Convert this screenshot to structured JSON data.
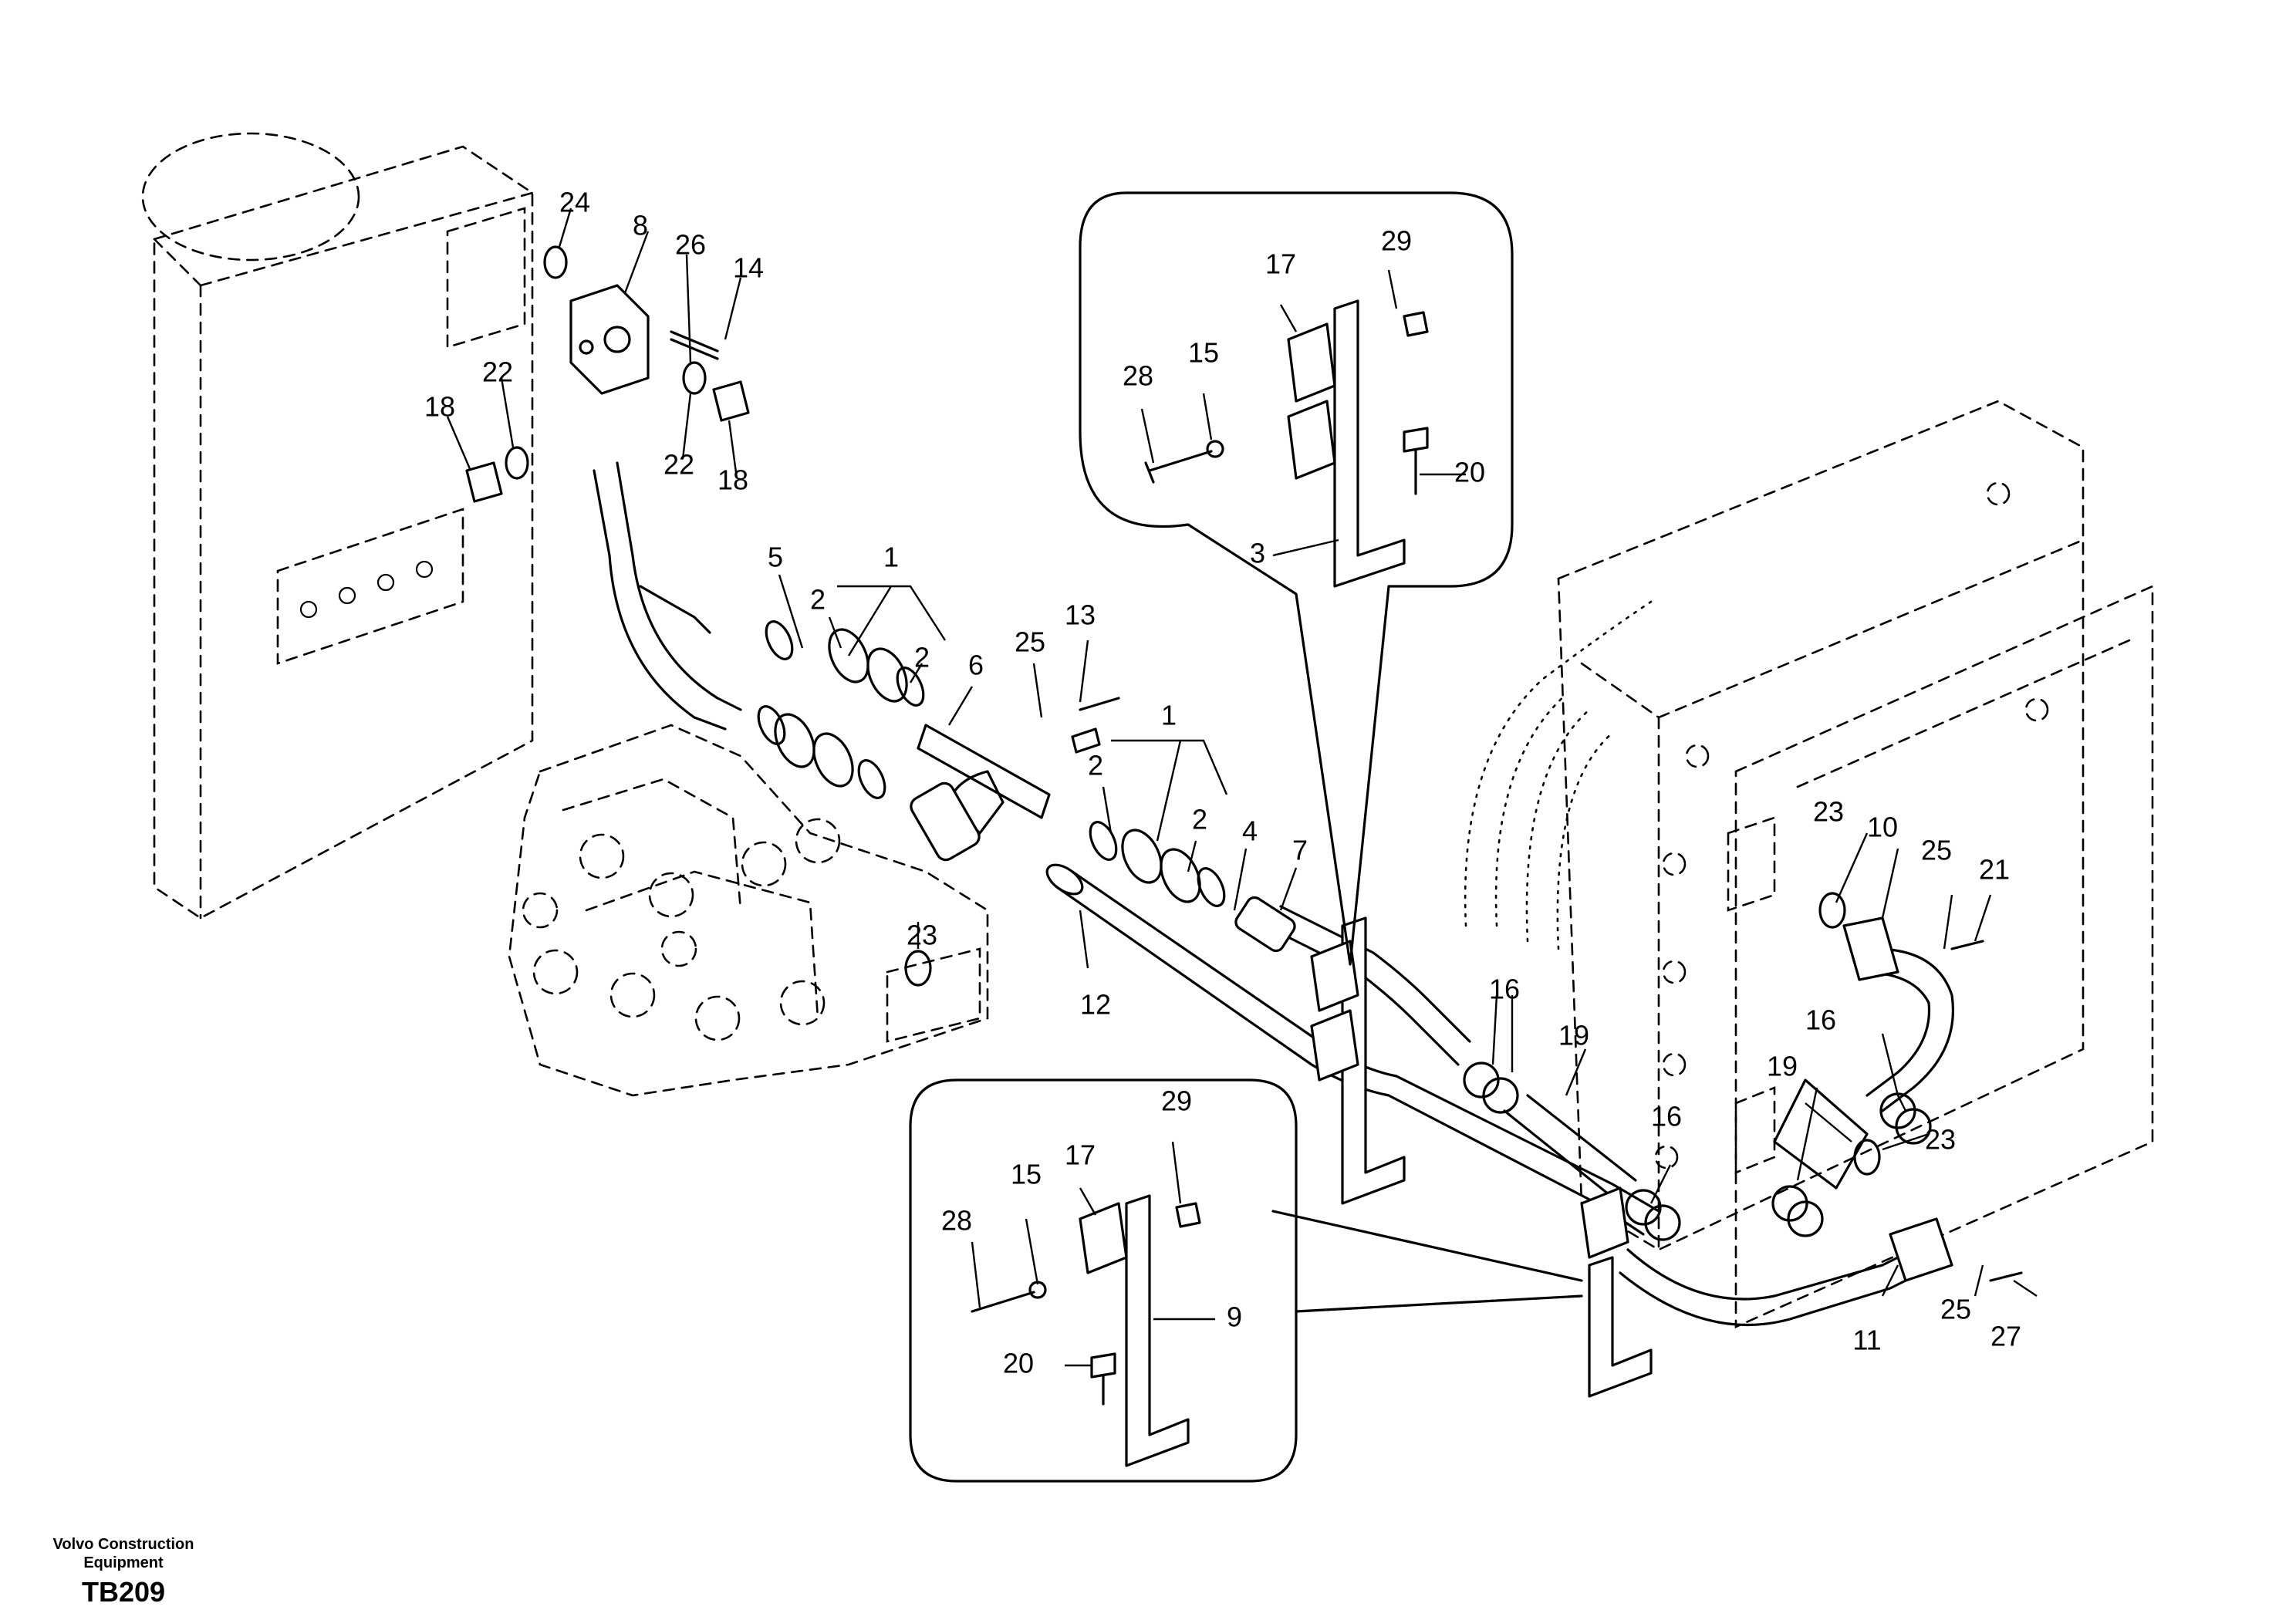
{
  "footer": {
    "brand_line1": "Volvo Construction",
    "brand_line2": "Equipment",
    "drawing_code": "TB209"
  },
  "callouts": {
    "c1a": "1",
    "c1b": "1",
    "c2a": "2",
    "c2b": "2",
    "c2c": "2",
    "c2d": "2",
    "c3": "3",
    "c4": "4",
    "c5": "5",
    "c6": "6",
    "c7": "7",
    "c8": "8",
    "c9": "9",
    "c10": "10",
    "c11": "11",
    "c12": "12",
    "c13": "13",
    "c14": "14",
    "c15a": "15",
    "c15b": "15",
    "c16a": "16",
    "c16b": "16",
    "c16c": "16",
    "c17a": "17",
    "c17b": "17",
    "c18a": "18",
    "c18b": "18",
    "c19a": "19",
    "c19b": "19",
    "c20a": "20",
    "c20b": "20",
    "c21": "21",
    "c22a": "22",
    "c22b": "22",
    "c23a": "23",
    "c23b": "23",
    "c23c": "23",
    "c24": "24",
    "c25a": "25",
    "c25b": "25",
    "c25c": "25",
    "c26": "26",
    "c27": "27",
    "c28a": "28",
    "c28b": "28",
    "c29a": "29",
    "c29b": "29"
  }
}
